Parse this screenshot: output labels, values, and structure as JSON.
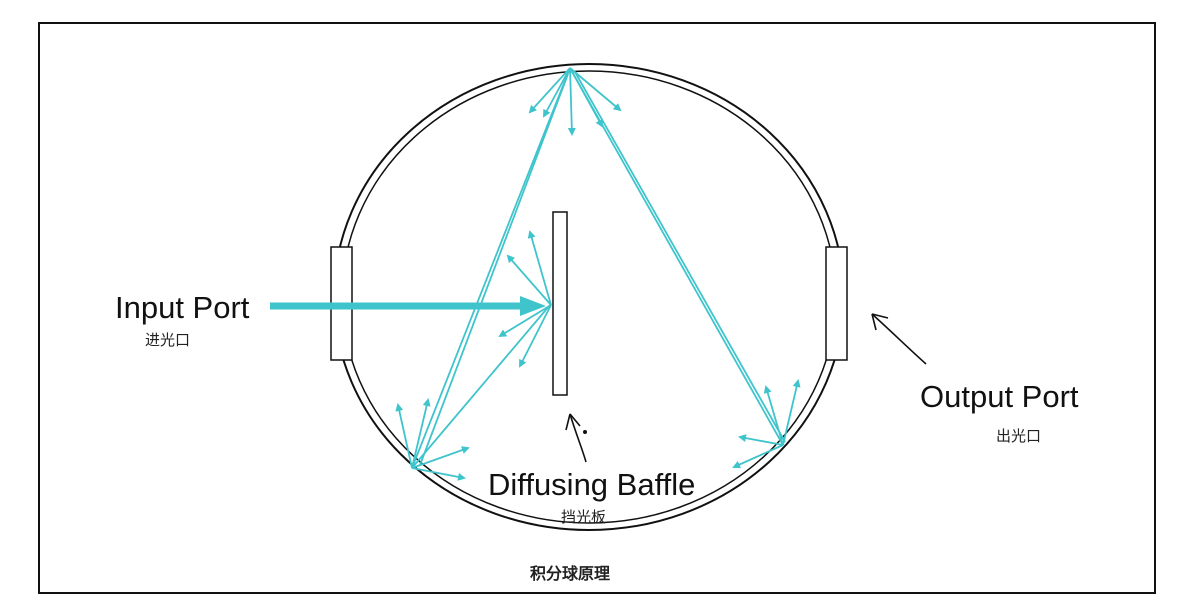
{
  "labels": {
    "input_port": "Input Port",
    "input_port_cn": "进光口",
    "output_port": "Output Port",
    "output_port_cn": "出光口",
    "baffle": "Diffusing Baffle",
    "baffle_cn": "挡光板",
    "caption": "积分球原理"
  },
  "colors": {
    "ray": "#3fc4cc",
    "outline": "#111111",
    "background": "#ffffff"
  }
}
